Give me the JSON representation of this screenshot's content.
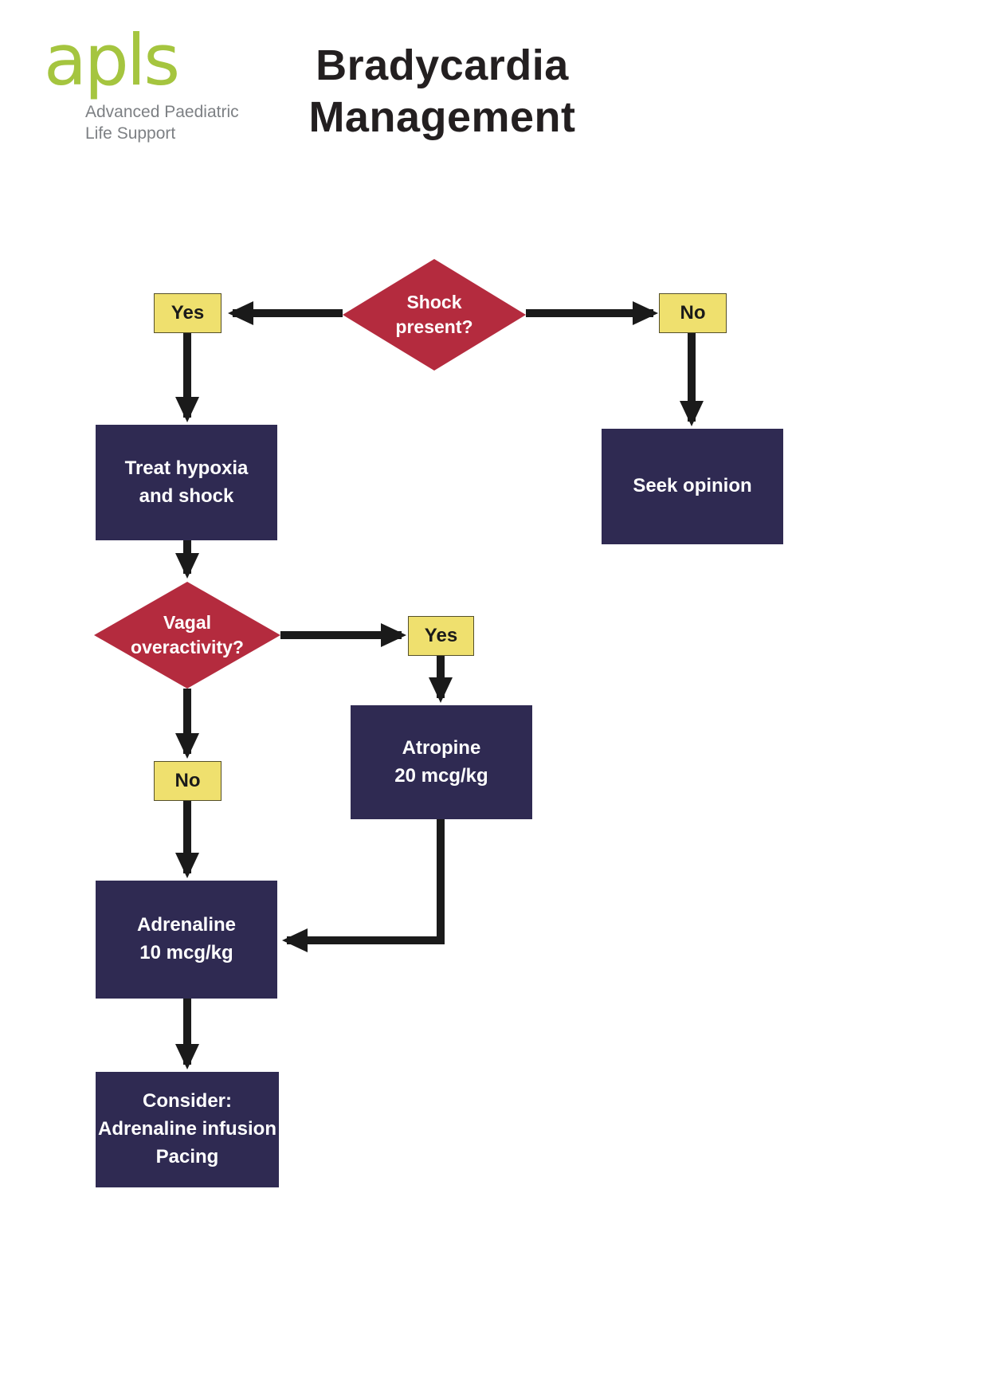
{
  "logo": {
    "brand": "apls",
    "subtitle": "Advanced Paediatric\nLife Support"
  },
  "title": "Bradycardia\nManagement",
  "colors": {
    "diamond_red": "#b42b3e",
    "yellow_box": "#efe06e",
    "dark_box": "#2f2a52",
    "arrow_black": "#1a1a1a",
    "brand_green": "#a5c53f",
    "subtitle_gray": "#7d8084",
    "title_black": "#231f20"
  },
  "flowchart": {
    "shock_diamond": {
      "label": "Shock\npresent?"
    },
    "yes_shock": {
      "label": "Yes"
    },
    "no_shock": {
      "label": "No"
    },
    "treat_box": {
      "label": "Treat hypoxia\nand shock"
    },
    "seek_box": {
      "label": "Seek opinion"
    },
    "vagal_diamond": {
      "label": "Vagal\noveractivity?"
    },
    "yes_vagal": {
      "label": "Yes"
    },
    "no_vagal": {
      "label": "No"
    },
    "atropine_box": {
      "label": "Atropine\n20 mcg/kg"
    },
    "adrenaline_box": {
      "label": "Adrenaline\n10 mcg/kg"
    },
    "consider_box": {
      "label": "Consider:\nAdrenaline infusion\nPacing"
    }
  }
}
